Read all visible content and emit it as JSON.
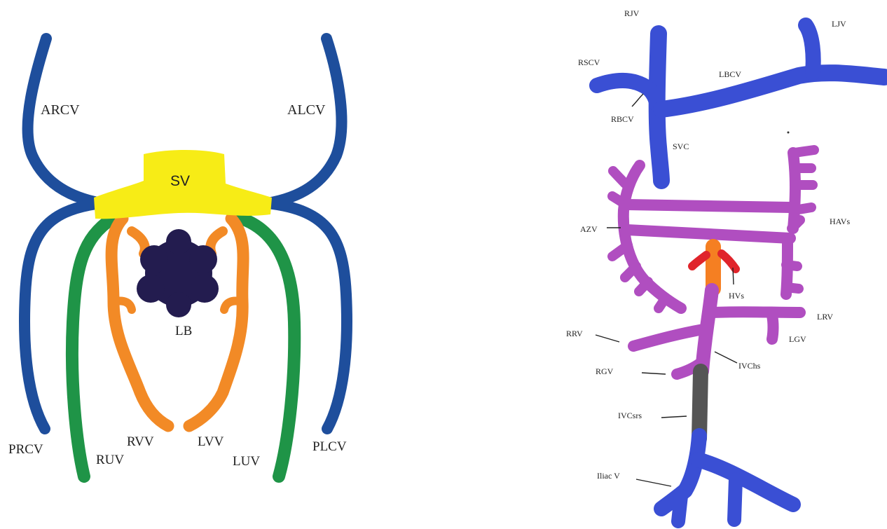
{
  "left_diagram": {
    "labels": {
      "arcv": "ARCV",
      "alcv": "ALCV",
      "sv": "SV",
      "lb": "LB",
      "prcv": "PRCV",
      "ruv": "RUV",
      "rvv": "RVV",
      "lvv": "LVV",
      "luv": "LUV",
      "plcv": "PLCV"
    },
    "colors": {
      "cardinal_veins": "#1e4e9c",
      "umbilical_veins": "#1f9447",
      "vitelline_veins": "#f28a26",
      "sinus_venosus": "#f7ec16",
      "liver_bud": "#231c4f"
    }
  },
  "right_diagram": {
    "labels": {
      "rjv": "RJV",
      "ljv": "LJV",
      "rscv": "RSCV",
      "lbcv": "LBCV",
      "rbcv": "RBCV",
      "svc": "SVC",
      "azv": "AZV",
      "havs": "HAVs",
      "hvs": "HVs",
      "lrv": "LRV",
      "rrv": "RRV",
      "lgv": "LGV",
      "rgv": "RGV",
      "ivchs": "IVChs",
      "ivcsrs": "IVCsrs",
      "iliac_v": "Iliac V"
    },
    "colors": {
      "systemic_veins": "#3a4fd4",
      "azygos_system": "#b04ec0",
      "hepatic_segment": "#f57f22",
      "hepatic_veins": "#e0242b",
      "ivc_sacrocardinal": "#555555"
    }
  }
}
